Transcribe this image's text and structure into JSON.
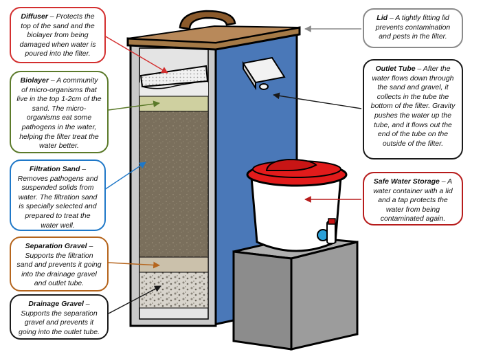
{
  "colors": {
    "diffuser": "#d32f2f",
    "biolayer": "#5b7a2a",
    "filtration_sand": "#1f78c8",
    "separation_gravel": "#b5651d",
    "drainage_gravel": "#1a1a1a",
    "lid": "#8a8a8a",
    "outlet_tube": "#1a1a1a",
    "safe_water_storage": "#b71c1c",
    "filter_body": "#4a78b8",
    "lid_wood": "#a57a47",
    "bucket_lid": "#e11b1b"
  },
  "callouts": {
    "diffuser": {
      "term": "Diffuser",
      "text": " – Protects the top of the sand and the biolayer from being damaged when water is poured into the filter."
    },
    "biolayer": {
      "term": "Biolayer",
      "text": " – A community of micro-organisms that live in the top 1-2cm of the sand. The micro-organisms eat some pathogens in the water, helping the filter treat the water better."
    },
    "filtration_sand": {
      "term": "Filtration Sand",
      "text": " – Removes pathogens and suspended solids from water. The filtration sand is specially selected and prepared to treat the water well."
    },
    "separation_gravel": {
      "term": "Separation Gravel",
      "text": " – Supports the filtration sand and prevents it going into the drainage gravel and outlet tube."
    },
    "drainage_gravel": {
      "term": "Drainage Gravel",
      "text": " – Supports the separation gravel and prevents it going into the outlet tube."
    },
    "lid": {
      "term": "Lid",
      "text": " – A tightly fitting lid prevents contamination and pests in the filter."
    },
    "outlet_tube": {
      "term": "Outlet Tube",
      "text": " – After the water flows down through the sand and gravel, it collects in the tube the bottom of the filter. Gravity pushes the water up the tube, and it flows out the end of the tube on the outside of the filter."
    },
    "safe_water_storage": {
      "term": "Safe Water Storage",
      "text": " – A water container with a lid and a tap protects the water from being contaminated again."
    }
  }
}
